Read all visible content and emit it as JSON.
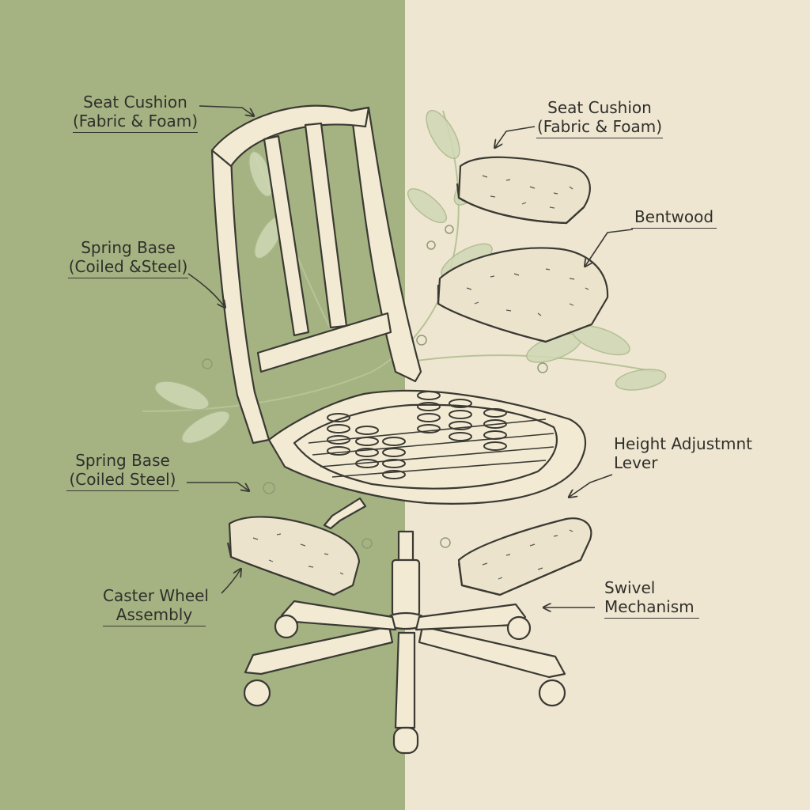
{
  "colors": {
    "left_panel": "#a5b383",
    "right_panel": "#efe6d2",
    "ink": "#3a3a33",
    "wood_fill": "#f3ead4",
    "foam_fill": "#ece3cc",
    "leaf": "#b6c398"
  },
  "labels": {
    "seat_cushion_left": "Seat Cushion\n(Fabric & Foam)",
    "spring_base_top": "Spring Base\n(Coiled &Steel)",
    "spring_base_bottom": "Spring Base\n(Coiled Steel)",
    "caster_wheel": "Caster Wheel\nAssembly",
    "seat_cushion_right": "Seat Cushion\n(Fabric & Foam)",
    "bentwood": "Bentwood",
    "height_lever": "Height Adjustmnt\nLever",
    "swivel": "Swivel\nMechanism"
  }
}
